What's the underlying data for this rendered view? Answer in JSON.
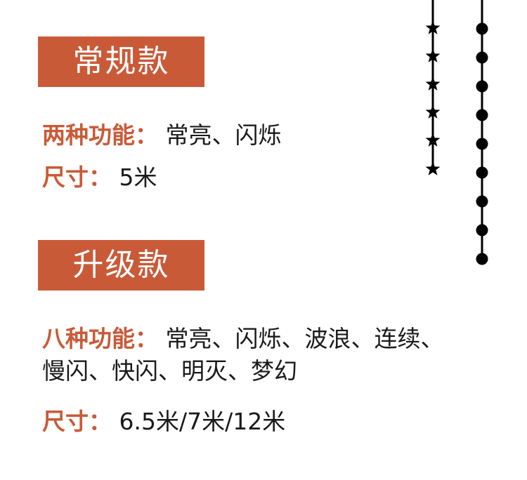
{
  "colors": {
    "accent": "#c95a38",
    "text": "#1a1a1a",
    "string_decor": "#000000"
  },
  "regular": {
    "title": "常规款",
    "functions_label": "两种功能：",
    "functions_value": "常亮、闪烁",
    "size_label": "尺寸：",
    "size_value": "5米"
  },
  "upgrade": {
    "title": "升级款",
    "functions_label": "八种功能：",
    "functions_value_line1": "常亮、闪烁、波浪、连续、",
    "functions_value_line2": "慢闪、快闪、明灭、梦幻",
    "size_label": "尺寸：",
    "size_value": "6.5米/7米/12米"
  },
  "decor": {
    "star_string_icon": "star-icon",
    "bead_string_icon": "bead-icon",
    "star_count": 6,
    "bead_count": 9
  }
}
